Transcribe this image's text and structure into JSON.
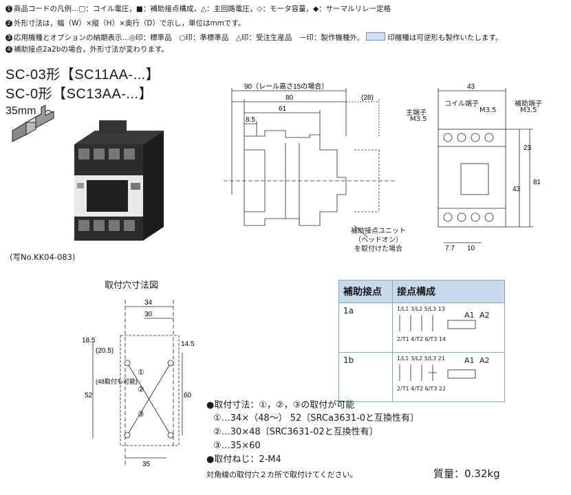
{
  "notes": {
    "n1_num": "1",
    "n1": "商品コードの凡例…□：コイル電圧，■：補助接点構成，△：主回路電圧，◇：モータ容量，◆：サーマルリレー定格",
    "n2_num": "2",
    "n2": "外形寸法は，幅（W）×縦（H）×奥行（D）で示し，単位はmmです。",
    "n3_num": "3",
    "n3": "応用機種とオプションの納期表示…◎印：標準品　○印：準標準品　△印：受注生産品　－印：製作機種外。",
    "n3_tail": "印機種は可逆形も製作いたします。",
    "n4_num": "4",
    "n4": "補助接点2a2bの場合，外形寸法が変わります。"
  },
  "models": {
    "line1": "SC-03形【SC11AA-...】",
    "line2": "SC-0形【SC13AA-...】",
    "rail": "35mm",
    "photo_caption": "(写No.KK04-083)"
  },
  "side_view": {
    "d90": "90（レール高さ15の場合）",
    "d80": "80",
    "d28": "(28)",
    "d61": "61",
    "d85": "8.5",
    "aux_unit_label": "補助接点ユニット\n（ヘッドオン）\nを取付けた場合"
  },
  "front_view": {
    "d43": "43",
    "coil_terminal": "コイル端子",
    "coil_m": "M3.5",
    "main_terminal": "主端子",
    "main_m": "M3.5",
    "aux_terminal": "補助端子",
    "aux_m": "M3.5",
    "d23": "23",
    "d43v": "43",
    "d81": "81",
    "d77": "7.7",
    "d10": "10"
  },
  "mount": {
    "title": "取付穴寸法図",
    "d34": "34",
    "d30": "30",
    "d185": "18.5",
    "d205": "(20.5)",
    "d145": "14.5",
    "d52": "52",
    "d48": "(48取付も可能)",
    "d60": "60",
    "d35": "35",
    "c1": "①",
    "c2": "②",
    "c3": "③"
  },
  "aux_table": {
    "h1": "補助接点",
    "h2": "接点構成",
    "r1": "1a",
    "r2": "1b",
    "top_labels_a": "1/L1 3/L2 5/L3 13",
    "bot_labels_a": "2/T1 4/T2 6/T3 14",
    "top_labels_b": "1/L1 3/L2 5/L3 21",
    "bot_labels_b": "2/T1 4/T2 6/T3 22",
    "a1": "A1",
    "a2": "A2"
  },
  "spec": {
    "b1": "●取付寸法：①，②，③の取付が可能",
    "b1a": "①…34×（48～） 52〔SRCa3631-0と互換性有〕",
    "b1b": "②…30×48〔SRC3631-02と互換性有〕",
    "b1c": "③…35×60",
    "b2": "●取付ねじ：2-M4",
    "note": "対角線の取付穴２カ所で取付けてください。",
    "weight": "質量：0.32kg"
  }
}
